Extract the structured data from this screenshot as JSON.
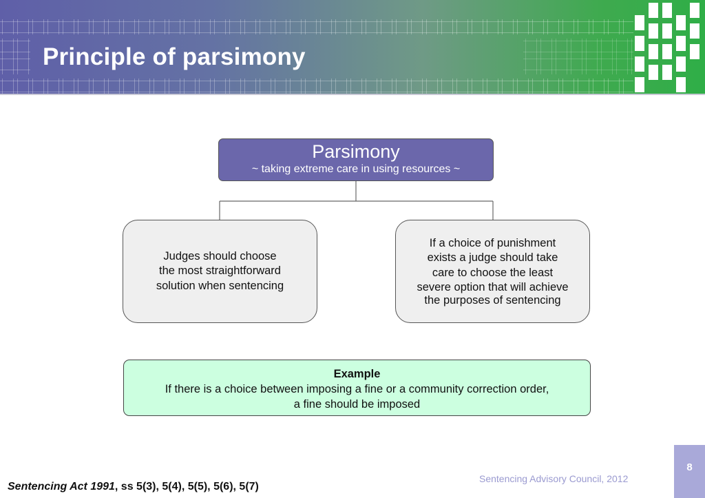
{
  "slide": {
    "title": "Principle of parsimony"
  },
  "diagram": {
    "root": {
      "heading": "Parsimony",
      "subtitle": "~ taking extreme care in using resources ~"
    },
    "left_child": {
      "lines": [
        "Judges should choose",
        "the most straightforward",
        "solution when sentencing"
      ]
    },
    "right_child": {
      "lines": [
        "If a choice of punishment",
        "exists a judge should take",
        "care to choose the least",
        "severe option that will achieve",
        "the purposes of sentencing"
      ]
    }
  },
  "example": {
    "label": "Example",
    "lines": [
      "If there is a choice between imposing a fine or a community correction order,",
      "a fine should be imposed"
    ]
  },
  "footer": {
    "organisation": "Sentencing Advisory Council, 2012",
    "page_number": "8",
    "citation_act": "Sentencing Act 1991",
    "citation_sections": ", ss 5(3), 5(4), 5(5), 5(6), 5(7)"
  },
  "colors": {
    "root_box": "#6b67ab",
    "child_box": "#efefef",
    "example_box": "#ccffe0",
    "footer_text": "#9a9ad0",
    "page_tab": "#a9a9d9"
  },
  "icons": {
    "logo": "council-logo-icon"
  }
}
